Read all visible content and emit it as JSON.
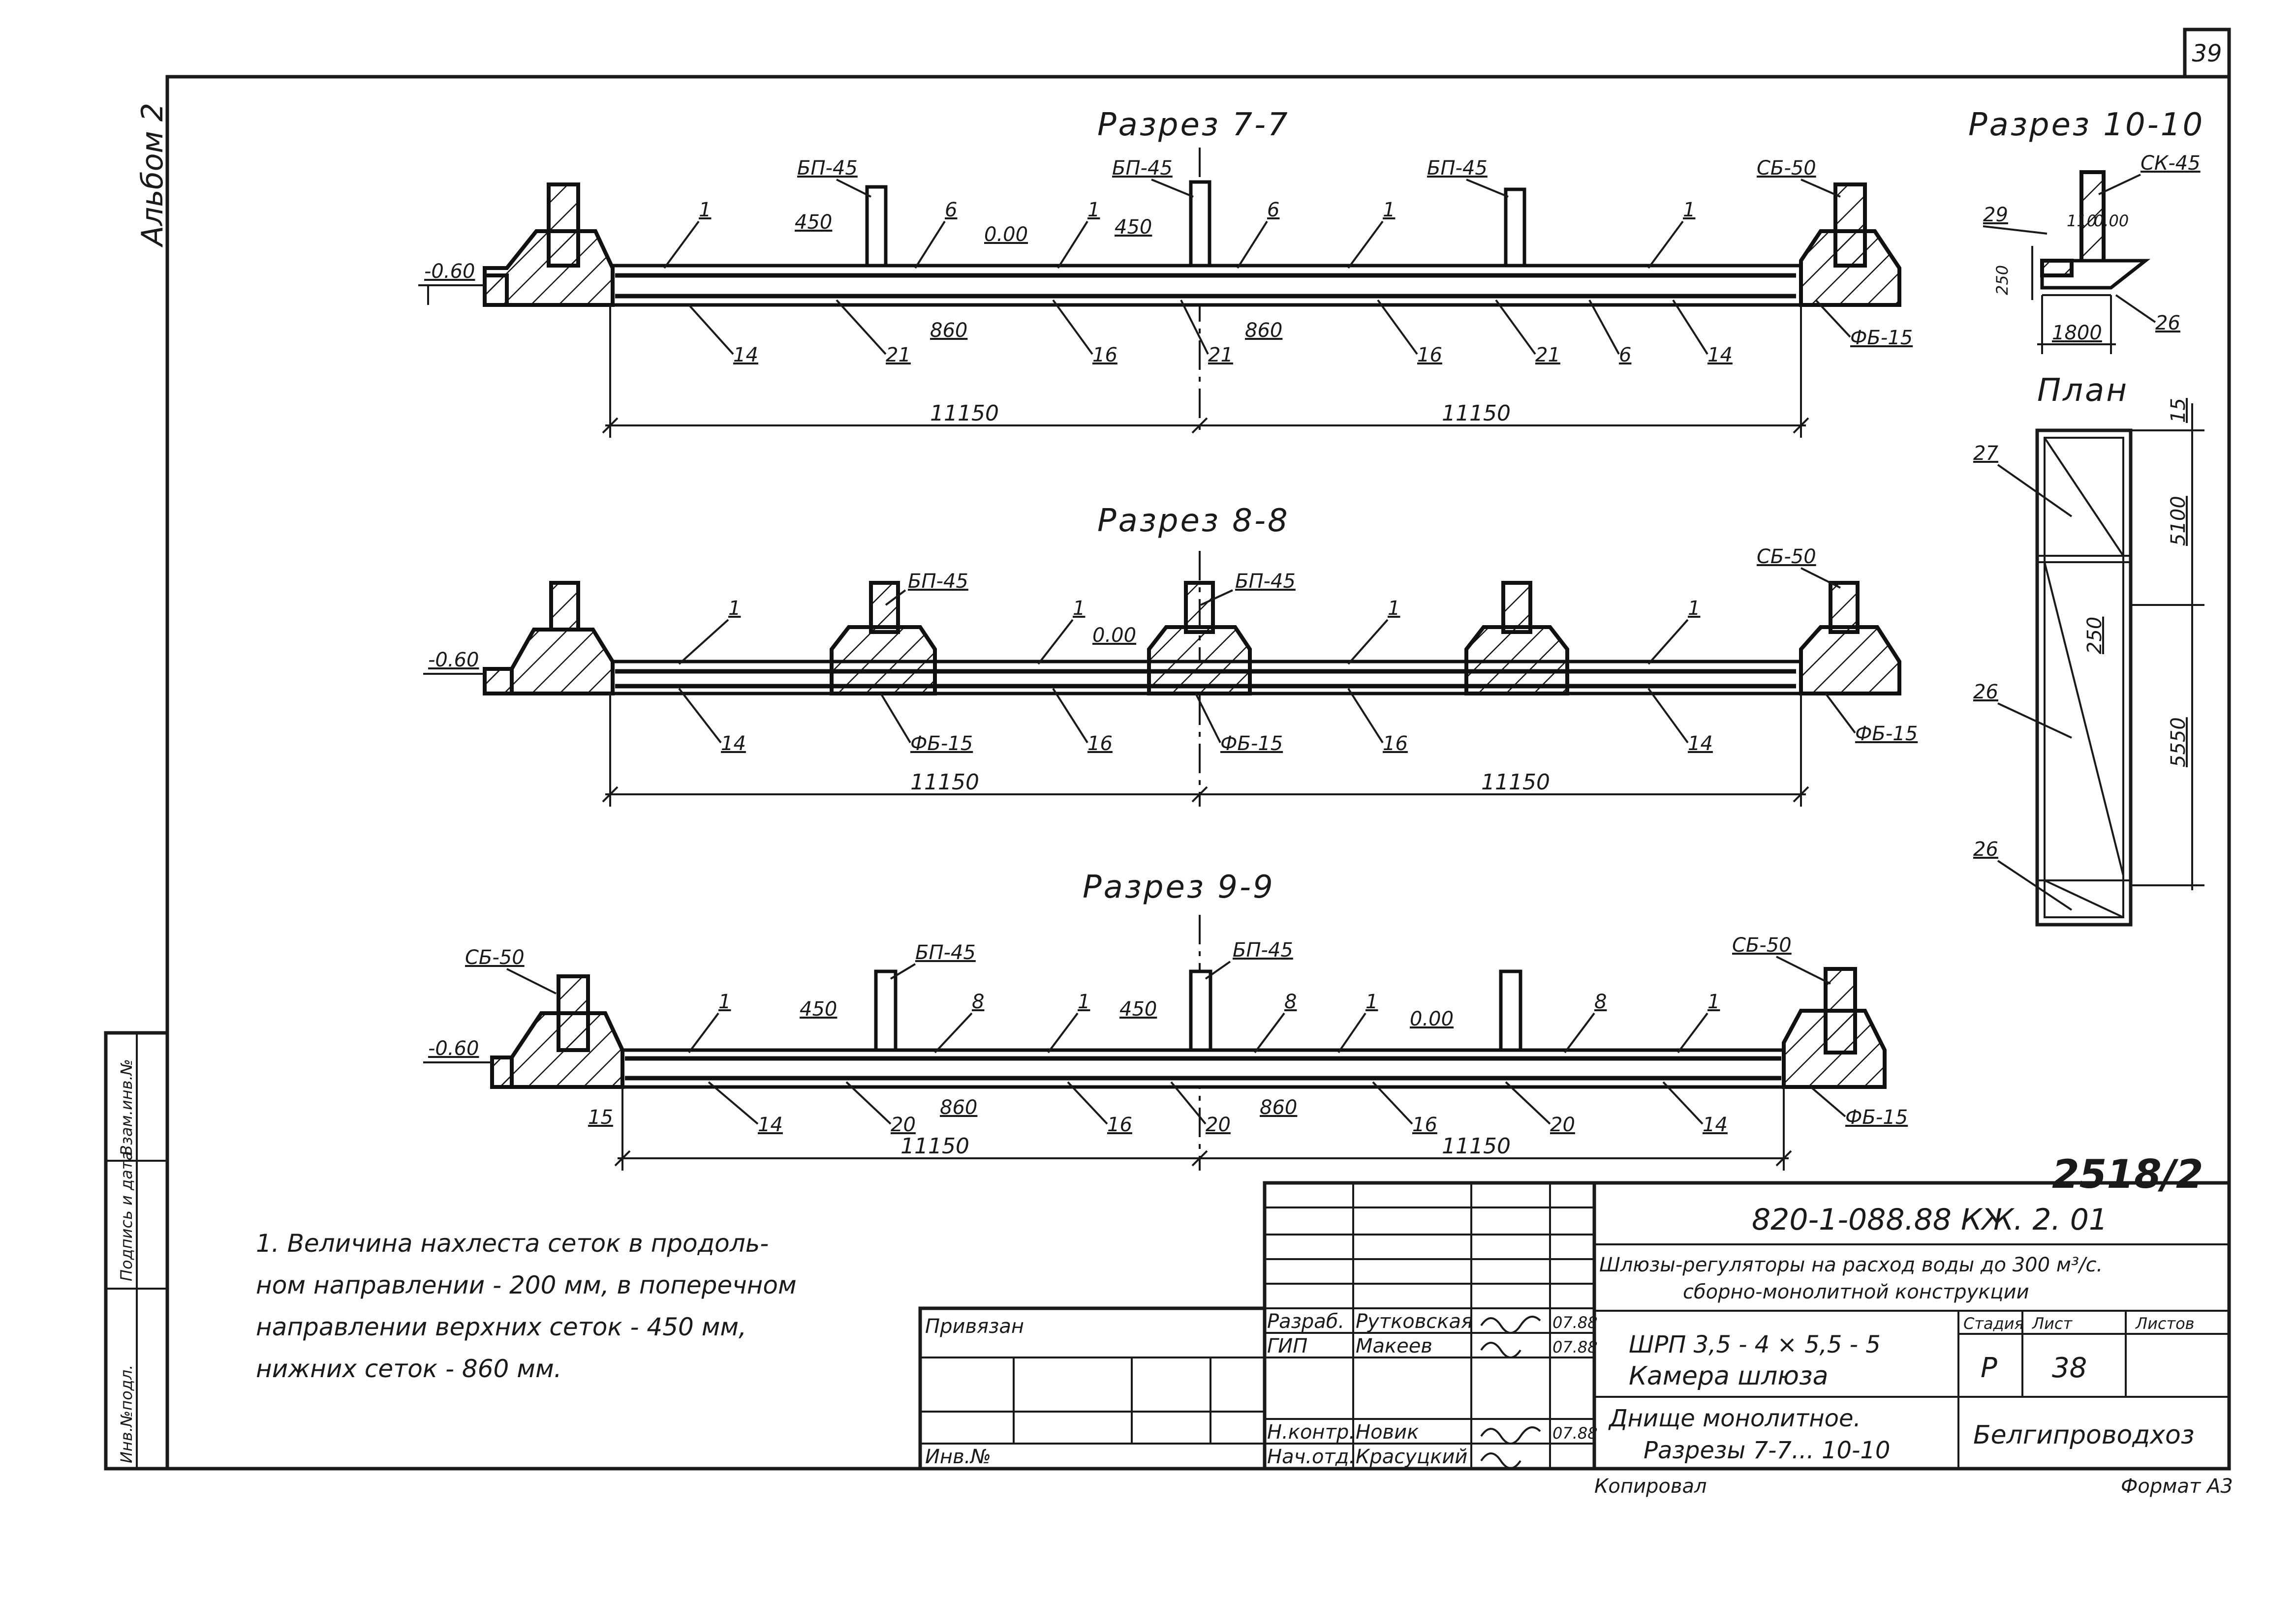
{
  "sheet_number": "39",
  "album_label": "Альбом 2",
  "side_stamp": [
    "Инв.№подл.",
    "Подпись и дата",
    "Взам.инв.№"
  ],
  "sections": {
    "s77": {
      "title": "Разрез 7-7",
      "level_left": "-0.60",
      "level_zero": "0.00",
      "posts": [
        "БП-45",
        "БП-45",
        "БП-45",
        "СБ-50"
      ],
      "lap_top_1": "450",
      "lap_top_2": "450",
      "lap_bot_1": "860",
      "lap_bot_2": "860",
      "callouts_top": [
        "1",
        "6",
        "1",
        "6",
        "1",
        "1"
      ],
      "callouts_bottom": [
        "14",
        "21",
        "16",
        "21",
        "16",
        "21",
        "6",
        "14",
        "ФБ-15"
      ],
      "dim_left": "11150",
      "dim_right": "11150"
    },
    "s88": {
      "title": "Разрез 8-8",
      "level_left": "-0.60",
      "level_zero": "0.00",
      "posts": [
        "БП-45",
        "БП-45",
        "СБ-50"
      ],
      "callouts_top": [
        "1",
        "1",
        "1",
        "1"
      ],
      "callouts_bottom": [
        "14",
        "ФБ-15",
        "16",
        "ФБ-15",
        "16",
        "14",
        "ФБ-15"
      ],
      "dim_left": "11150",
      "dim_right": "11150"
    },
    "s99": {
      "title": "Разрез 9-9",
      "level_left": "-0.60",
      "level_zero": "0.00",
      "posts": [
        "СБ-50",
        "БП-45",
        "БП-45",
        "СБ-50"
      ],
      "lap_top_1": "450",
      "lap_top_2": "450",
      "lap_bot_1": "860",
      "lap_bot_2": "860",
      "edge": "15",
      "callouts_top": [
        "1",
        "8",
        "1",
        "8",
        "1",
        "8",
        "1"
      ],
      "callouts_bottom": [
        "14",
        "20",
        "16",
        "20",
        "16",
        "20",
        "14",
        "ФБ-15"
      ],
      "dim_left": "11150",
      "dim_right": "11150"
    },
    "s1010": {
      "title": "Разрез 10-10",
      "post": "СК-45",
      "call_29": "29",
      "dim_110": "110",
      "level_zero": "0.00",
      "dim_250": "250",
      "call_26": "26",
      "dim_1800": "1800"
    },
    "plan": {
      "title": "План",
      "call_27": "27",
      "call_26a": "26",
      "call_26b": "26",
      "dim_15": "15",
      "dim_5100": "5100",
      "dim_250": "250",
      "dim_5550": "5550"
    }
  },
  "note_lines": [
    "1. Величина нахлеста сеток в продоль-",
    "ном направлении - 200 мм, в поперечном",
    "направлении верхних   сеток - 450 мм,",
    "нижних   сеток - 860 мм."
  ],
  "stamp_number": "2518/2",
  "title_block": {
    "code": "820-1-088.88 КЖ. 2. 01",
    "project_line1": "Шлюзы-регуляторы на расход воды до 300 м³/с.",
    "project_line2": "сборно-монолитной конструкции",
    "object_line1": "ШРП 3,5 - 4 × 5,5 - 5",
    "object_line2": "Камера   шлюза",
    "sheet_line1": "Днище монолитное.",
    "sheet_line2": "Разрезы 7-7... 10-10",
    "h_stage": "Стадия",
    "h_sheet": "Лист",
    "h_sheets": "Листов",
    "stage": "Р",
    "sheet": "38",
    "organization": "Белгипроводхоз",
    "privyazan": "Привязан",
    "inv": "Инв.№",
    "roles": [
      {
        "role": "Разраб.",
        "name": "Рутковская",
        "date": "07.88"
      },
      {
        "role": "ГИП",
        "name": "Макеев",
        "date": "07.88"
      },
      {
        "role": "Н.контр.",
        "name": "Новик",
        "date": "07.88"
      },
      {
        "role": "Нач.отд.",
        "name": "Красуцкий",
        "date": ""
      }
    ]
  },
  "copied_by": "Копировал",
  "format": "Формат А3"
}
